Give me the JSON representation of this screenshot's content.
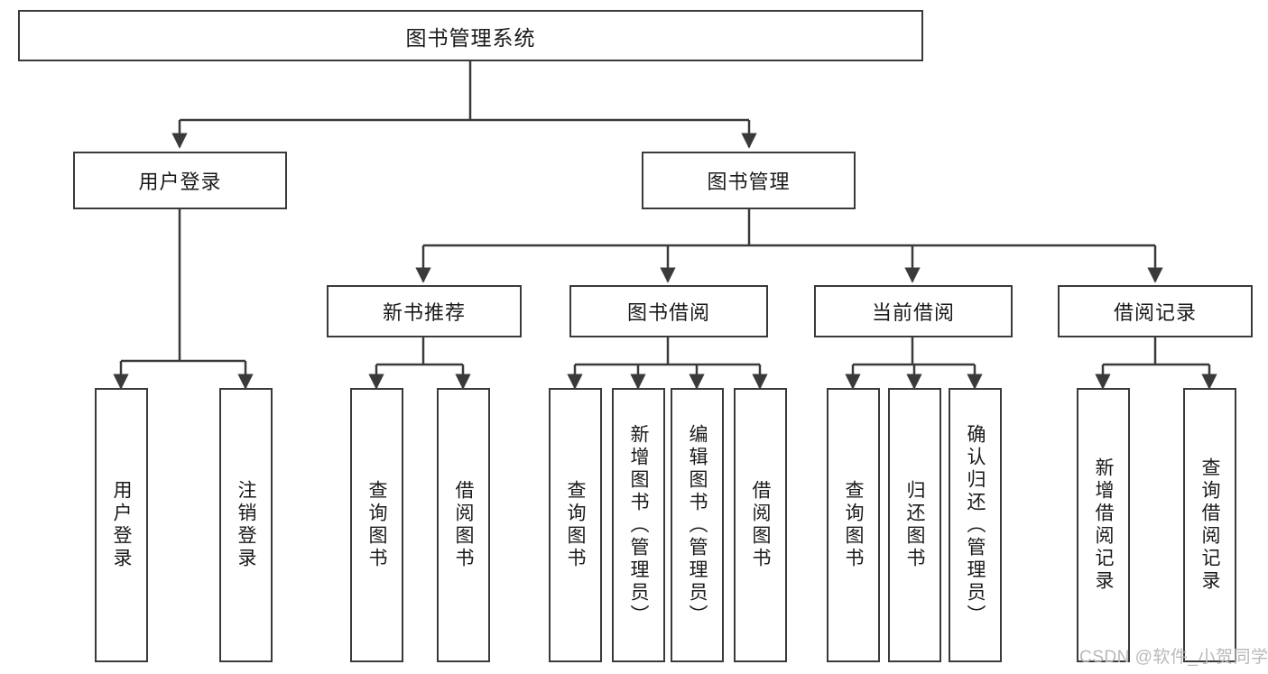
{
  "diagram": {
    "title": "图书管理系统",
    "type": "hierarchy-tree",
    "orientation": "top-down",
    "colors": {
      "node_border": "#3a3a3a",
      "node_fill": "#ffffff",
      "edge": "#3a3a3a",
      "text": "#1a1a1a",
      "watermark": "#b9b9b9",
      "background": "#ffffff"
    }
  },
  "root": {
    "label": "图书管理系统"
  },
  "level2": [
    {
      "label": "用户登录"
    },
    {
      "label": "图书管理"
    }
  ],
  "level3": [
    {
      "label": "新书推荐"
    },
    {
      "label": "图书借阅"
    },
    {
      "label": "当前借阅"
    },
    {
      "label": "借阅记录"
    }
  ],
  "leaves": {
    "user_login": [
      {
        "label": "用户登录"
      },
      {
        "label": "注销登录"
      }
    ],
    "new_book_recommend": [
      {
        "label": "查询图书"
      },
      {
        "label": "借阅图书"
      }
    ],
    "book_borrow": [
      {
        "label": "查询图书"
      },
      {
        "label": "新增图书（管理员）"
      },
      {
        "label": "编辑图书（管理员）"
      },
      {
        "label": "借阅图书"
      }
    ],
    "current_borrow": [
      {
        "label": "查询图书"
      },
      {
        "label": "归还图书"
      },
      {
        "label": "确认归还（管理员）"
      }
    ],
    "borrow_record": [
      {
        "label": "新增借阅记录"
      },
      {
        "label": "查询借阅记录"
      }
    ]
  },
  "watermark": {
    "text": "CSDN @软件_小贺同学"
  }
}
